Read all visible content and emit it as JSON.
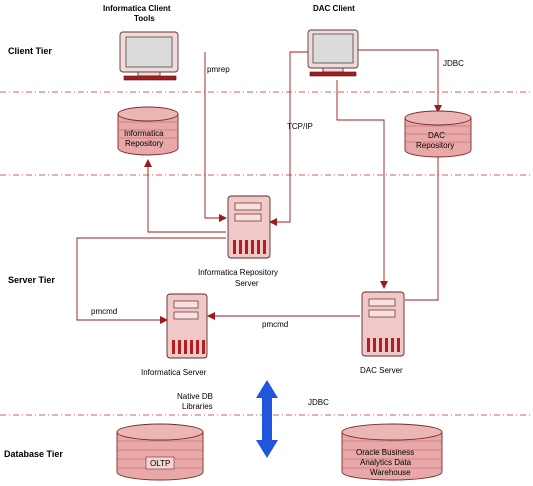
{
  "tiers": {
    "client": "Client Tier",
    "server": "Server Tier",
    "database": "Database Tier"
  },
  "nodes": {
    "informatica_client_line1": "Informatica Client",
    "informatica_client_line2": "Tools",
    "dac_client": "DAC Client",
    "informatica_repo_line1": "Informatica",
    "informatica_repo_line2": "Repository",
    "dac_repo_line1": "DAC",
    "dac_repo_line2": "Repository",
    "repo_server_line1": "Informatica Repository",
    "repo_server_line2": "Server",
    "informatica_server": "Informatica Server",
    "dac_server": "DAC Server",
    "oltp": "OLTP",
    "warehouse_line1": "Oracle Business",
    "warehouse_line2": "Analytics Data",
    "warehouse_line3": "Warehouse"
  },
  "connections": {
    "pmrep": "pmrep",
    "jdbc_client": "JDBC",
    "tcpip": "TCP/IP",
    "pmcmd_left": "pmcmd",
    "pmcmd_mid": "pmcmd",
    "native_db_line1": "Native DB",
    "native_db_line2": "Libraries",
    "jdbc_db": "JDBC"
  },
  "colors": {
    "connector": "#a01818",
    "divider": "#d06060",
    "cylinder_fill": "#e8a8a8",
    "server_fill": "#f0c8c8",
    "arrow_blue": "#2255dd"
  }
}
